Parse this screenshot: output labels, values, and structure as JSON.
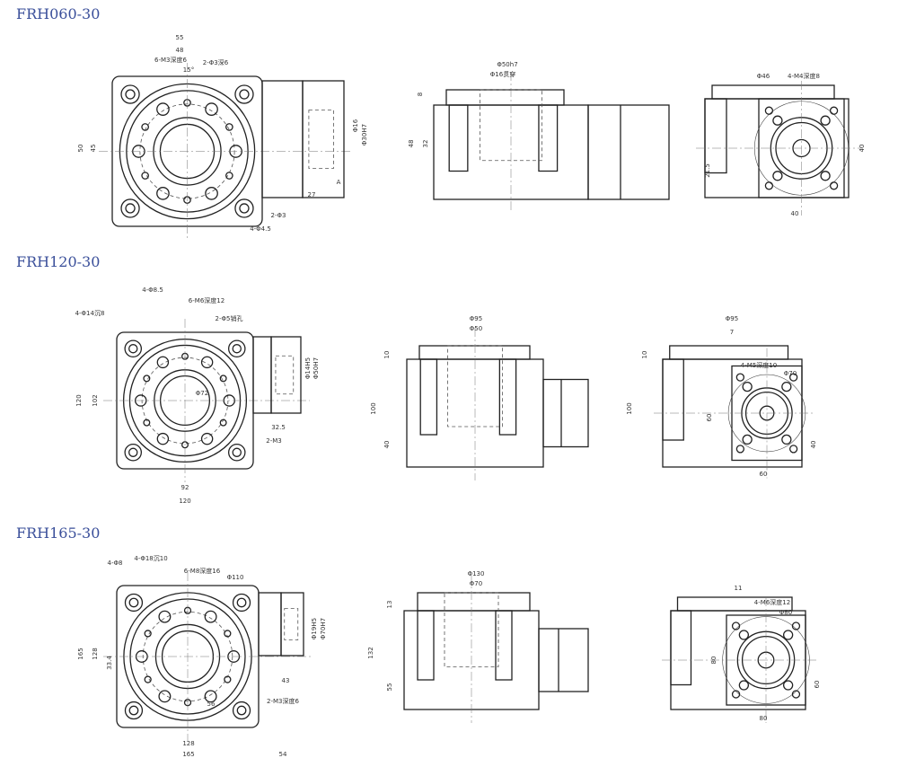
{
  "rows": [
    {
      "title": "FRH060-30",
      "front": [
        "55",
        "48",
        "6-M3深度6",
        "2-Φ3深6",
        "15°",
        "50",
        "45",
        "Φ16",
        "Φ30H7",
        "27",
        "A",
        "2-Φ3",
        "4-Φ4.5"
      ],
      "side": [
        "Φ50h7",
        "Φ16贯穿",
        "48",
        "32",
        "8"
      ],
      "end": [
        "Φ46",
        "4-M4深度8",
        "40",
        "21.5",
        "40"
      ]
    },
    {
      "title": "FRH120-30",
      "front": [
        "4-Φ14沉8",
        "4-Φ8.5",
        "6-M6深度12",
        "2-Φ5销孔",
        "120",
        "102",
        "92",
        "120",
        "Φ14H5",
        "Φ50H7",
        "32.5",
        "2-M3",
        "Φ72"
      ],
      "side": [
        "Φ95",
        "Φ50",
        "10",
        "100",
        "40"
      ],
      "end": [
        "Φ95",
        "7",
        "10",
        "4-M5深度10",
        "Φ70",
        "100",
        "60",
        "40",
        "60"
      ]
    },
    {
      "title": "FRH165-30",
      "front": [
        "4-Φ8",
        "4-Φ18沉10",
        "6-M8深度16",
        "Φ110",
        "165",
        "128",
        "33.4",
        "128",
        "165",
        "56",
        "54",
        "43",
        "Φ19H5",
        "Φ70H7",
        "2-M3深度6"
      ],
      "side": [
        "Φ130",
        "Φ70",
        "13",
        "132",
        "55"
      ],
      "end": [
        "11",
        "4-M6深度12",
        "Φ80",
        "80",
        "60",
        "80"
      ]
    }
  ],
  "colors": {
    "title": "#3a4f9a",
    "line": "#222222"
  }
}
